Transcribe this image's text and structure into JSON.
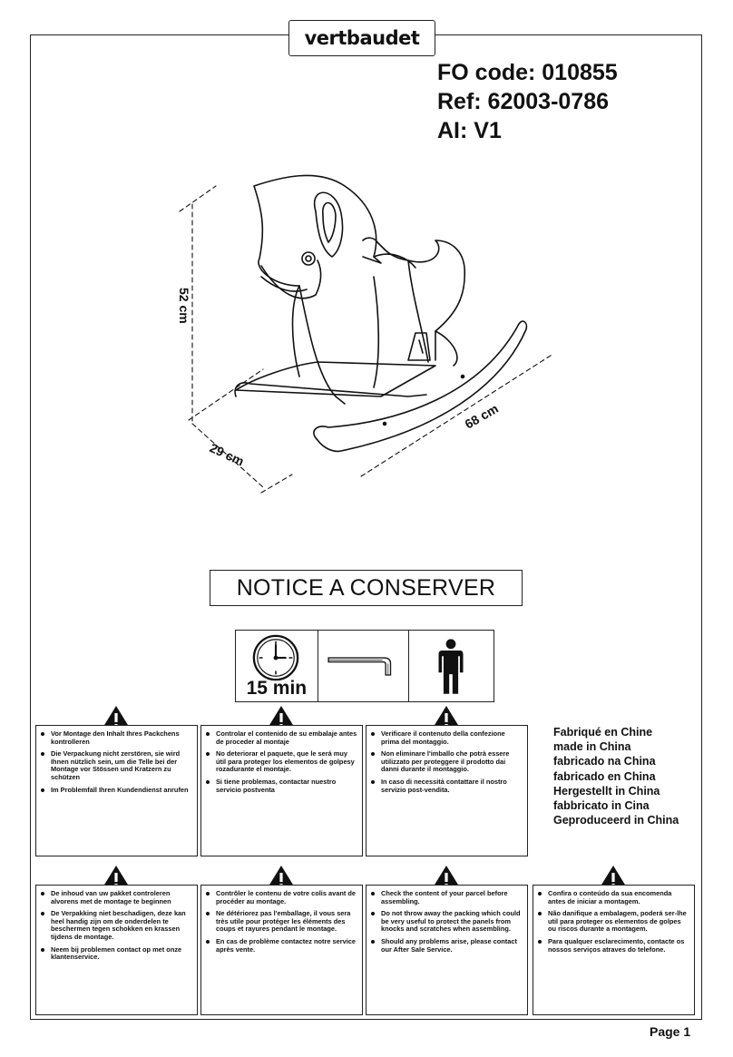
{
  "brand": "vertbaudet",
  "codes": [
    "FO code: 010855",
    "Ref: 62003-0786",
    "AI: V1"
  ],
  "dimensions": {
    "height": "52 cm",
    "depth": "29 cm",
    "length": "68 cm"
  },
  "notice_title": "NOTICE A CONSERVER",
  "tools": {
    "duration": "15 min",
    "icons": [
      "clock-icon",
      "allen-key-icon",
      "single-person-icon"
    ]
  },
  "warnings": [
    {
      "lang": "de",
      "items": [
        "Vor Montage den Inhalt Ihres Packchens kontrolleren",
        "Die Verpackung nicht zerstören, sie wird Ihnen nützlich sein, um die Telle bei der Montage vor Stössen und Kratzern zu schützen",
        "Im Problemfall Ihren Kundendienst anrufen"
      ]
    },
    {
      "lang": "es",
      "items": [
        "Controlar el contenido de su embalaje antes de proceder al montaje",
        "No deteriorar el paquete, que le será muy útil para proteger los elementos de golpesy rozadurante el montaje.",
        "Si tiene problemas, contactar nuestro servicio postventa"
      ]
    },
    {
      "lang": "it",
      "items": [
        "Verificare il contenuto della confezione prima del montaggio.",
        "Non eliminare l'imballo che potrà essere utilizzato per proteggere il prodotto dai danni durante il montaggio.",
        "In caso di necessità contattare il nostro servizio post-vendita."
      ]
    },
    {
      "lang": "nl",
      "items": [
        "De inhoud van uw pakket controleren alvorens met de montage te beginnen",
        "De Verpakking niet beschadigen, deze kan heel handig zijn om de onderdelen te beschermen tegen schokken en krassen tijdens de montage.",
        "Neem bij problemen contact op met onze klantenservice."
      ]
    },
    {
      "lang": "fr",
      "items": [
        "Contrôler le contenu de votre colis avant de procéder au montage.",
        "Ne détériorez pas l'emballage, il vous sera très utile pour protéger les éléments des coups et rayures pendant le montage.",
        "En cas de problème contactez notre service après vente."
      ]
    },
    {
      "lang": "en",
      "items": [
        "Check the content of your parcel before assembling.",
        "Do not throw away the packing which could be very useful to protect the panels from knocks and scratches when assembling.",
        "Should any problems arise, please contact our After Sale Service."
      ]
    },
    {
      "lang": "pt",
      "items": [
        "Confira o conteúdo da sua encomenda antes de iniciar a montagem.",
        "Não danifique a embalagem, poderá ser-lhe util para proteger os elementos de golpes ou riscos durante a montagem.",
        "Para qualquer esclarecimento, contacte os nossos serviços atraves do telefone."
      ]
    }
  ],
  "made_in": [
    "Fabriqué en Chine",
    "made in China",
    "fabricado na China",
    "fabricado en China",
    "Hergestellt in China",
    "fabbricato in Cina",
    "Geproduceerd in China"
  ],
  "page_label": "Page 1"
}
